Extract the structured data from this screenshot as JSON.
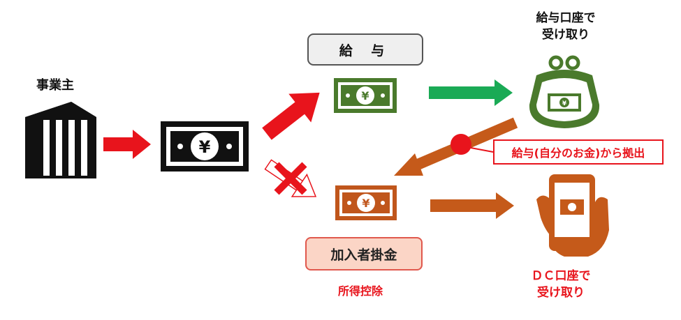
{
  "labels": {
    "employer": "事業主",
    "salary": "給 与",
    "payroll_account": "給与口座で\n受け取り",
    "withdraw_note": "給与(自分のお金)から拠出",
    "member_contribution": "加入者掛金",
    "tax_deduction": "所得控除",
    "dc_account": "ＤＣ口座で\n受け取り"
  },
  "symbols": {
    "currency": "¥"
  },
  "colors": {
    "red": "#e8141c",
    "green_arrow": "#1aaa55",
    "green_bill": "#4a7a2c",
    "orange_bill": "#c0561c",
    "orange_arrow": "#c55a1a",
    "contribution_fill": "#fbd5c6",
    "salary_fill": "#efefef",
    "black": "#111111"
  },
  "icons": [
    "building-icon",
    "banknote-icon",
    "wallet-purse-icon",
    "smartphone-hand-icon",
    "cross-mark-icon"
  ]
}
